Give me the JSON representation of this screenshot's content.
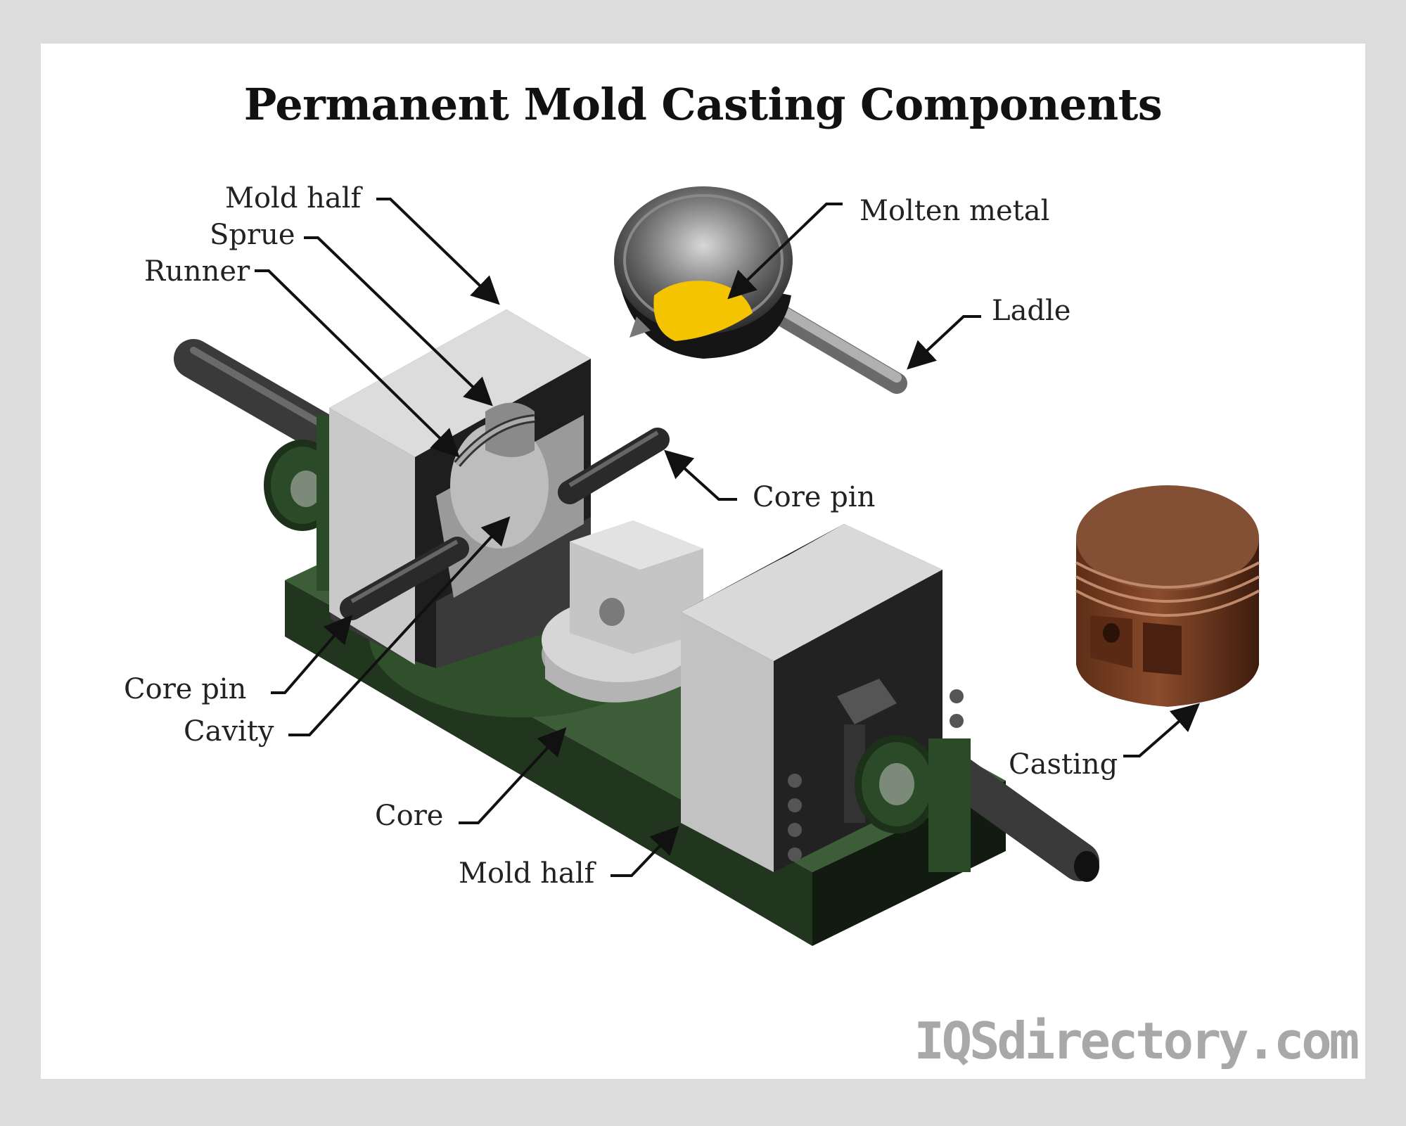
{
  "title": "Permanent Mold Casting Components",
  "labels": {
    "mold_half_top": "Mold half",
    "sprue": "Sprue",
    "runner": "Runner",
    "molten_metal": "Molten metal",
    "ladle": "Ladle",
    "core_pin_right": "Core pin",
    "core_pin_left": "Core pin",
    "cavity": "Cavity",
    "core": "Core",
    "mold_half_bottom": "Mold half",
    "casting": "Casting"
  },
  "watermark": "IQSdirectory.com",
  "colors": {
    "base_green": "#2f4a2c",
    "mold_gray": "#c4c4c4",
    "mold_dark": "#1c1c1c",
    "molten_yellow": "#f5c400",
    "casting_brown": "#7a4326"
  }
}
